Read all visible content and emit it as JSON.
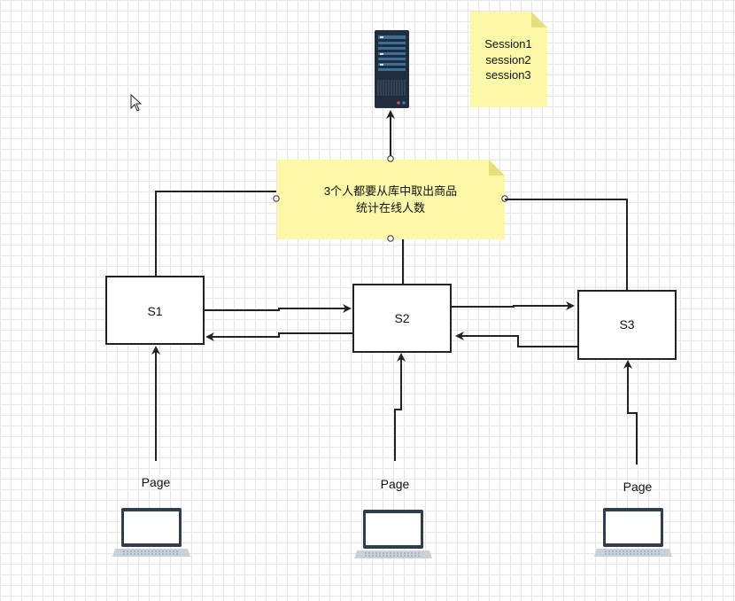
{
  "note_main": {
    "lines": [
      "3个人都要从库中取出商品",
      "统计在线人数"
    ],
    "color": "#fdf7a8"
  },
  "note_sessions": {
    "lines": [
      "Session1",
      "session2",
      "session3"
    ],
    "color": "#fdf7a8"
  },
  "servers": [
    {
      "label": "S1"
    },
    {
      "label": "S2"
    },
    {
      "label": "S3"
    }
  ],
  "clients": [
    {
      "label": "Page",
      "icon": "laptop-icon"
    },
    {
      "label": "Page",
      "icon": "laptop-icon"
    },
    {
      "label": "Page",
      "icon": "laptop-icon"
    }
  ],
  "database": {
    "icon": "server-rack-icon",
    "color": "#1f2d3d"
  },
  "cursor": {
    "icon": "mouse-pointer-icon"
  }
}
